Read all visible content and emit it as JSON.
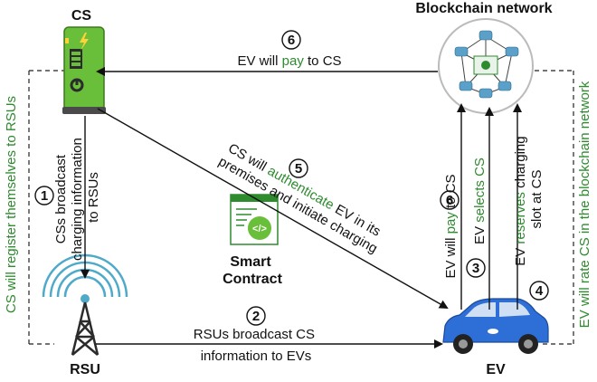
{
  "nodes": {
    "cs": "CS",
    "blockchain": "Blockchain network",
    "rsu": "RSU",
    "ev": "EV",
    "smart_contract": [
      "Smart",
      "Contract"
    ]
  },
  "steps": {
    "s1": {
      "num": "1",
      "lines": [
        "CSs broadcast",
        "charging information",
        "to RSUs"
      ]
    },
    "s2": {
      "num": "2",
      "lines": [
        "RSUs broadcast CS",
        "information to EVs"
      ]
    },
    "s3": {
      "num": "3",
      "pre": "EV ",
      "hl": "selects CS",
      "post": ""
    },
    "s4": {
      "num": "4",
      "line1_pre": "EV ",
      "line1_hl": "reserves",
      "line1_post": " charging",
      "line2": "slot at CS"
    },
    "s5": {
      "num": "5",
      "line1_pre": "CS will ",
      "line1_hl": "authenticate",
      "line1_post": " EV in its",
      "line2": "premises and initiate charging"
    },
    "s6_top": {
      "num": "6",
      "pre": "EV will ",
      "hl": "pay",
      "post": " to CS"
    },
    "s6_side": {
      "num": "6",
      "pre": "EV will ",
      "hl": "pay",
      "post": " to CS"
    }
  },
  "side_labels": {
    "left": "CS will register themselves to RSUs",
    "right": "EV will rate CS in the blockchain network"
  },
  "colors": {
    "highlight": "#2e8b2e",
    "charger": "#6abf3a",
    "car": "#2d6fd6",
    "dark": "#111111"
  }
}
